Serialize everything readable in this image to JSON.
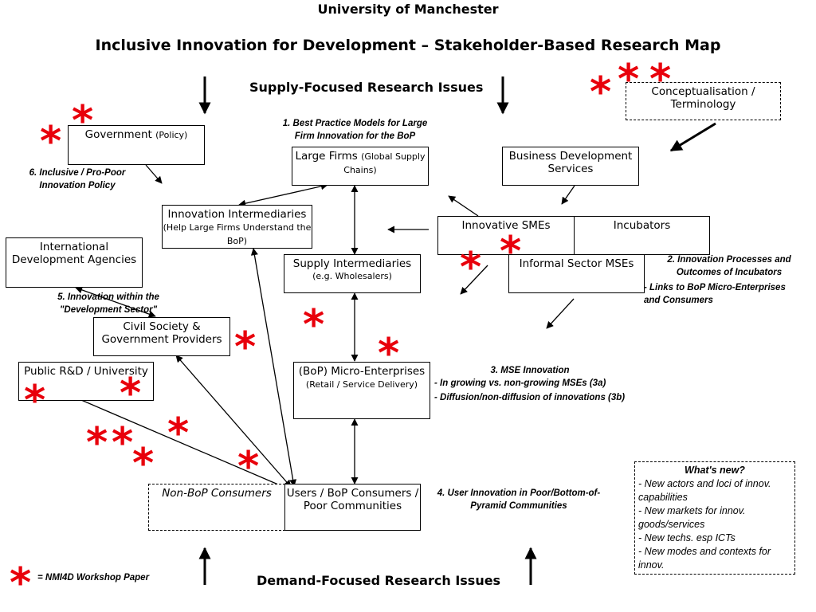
{
  "header": {
    "university": "University of Manchester",
    "title": "Inclusive Innovation for Development – Stakeholder-Based Research Map"
  },
  "issues": {
    "supply": "Supply-Focused Research Issues",
    "demand": "Demand-Focused Research Issues"
  },
  "nodes": {
    "government": {
      "label": "Government",
      "sub": "(Policy)"
    },
    "large_firms": {
      "label": "Large Firms",
      "sub": "(Global Supply Chains)"
    },
    "bds": {
      "label": "Business Development Services"
    },
    "conceptualisation": {
      "label": "Conceptualisation / Terminology"
    },
    "innovation_intermediaries": {
      "label": "Innovation Intermediaries",
      "sub": "(Help Large Firms Understand the BoP)"
    },
    "innovative_smes": {
      "label": "Innovative SMEs"
    },
    "incubators": {
      "label": "Incubators"
    },
    "informal_mses": {
      "label": "Informal Sector MSEs"
    },
    "international_agencies": {
      "label": "International Development Agencies"
    },
    "supply_intermediaries": {
      "label": "Supply Intermediaries",
      "sub": "(e.g. Wholesalers)"
    },
    "civil_society": {
      "label": "Civil Society & Government Providers"
    },
    "public_rd": {
      "label": "Public R&D / University"
    },
    "micro_enterprises": {
      "label": "(BoP) Micro-Enterprises",
      "sub": "(Retail / Service Delivery)"
    },
    "non_bop": {
      "label": "Non-BoP Consumers"
    },
    "users": {
      "label": "Users / BoP Consumers / Poor Communities"
    }
  },
  "annotations": {
    "a1": "1. Best Practice Models for Large Firm Innovation for the BoP",
    "a2_1": "2. Innovation Processes and Outcomes of Incubators",
    "a2_2": "- Links to BoP Micro-Enterprises and Consumers",
    "a3_head": "3. MSE Innovation",
    "a3_1": "- In growing vs. non-growing MSEs (3a)",
    "a3_2": "- Diffusion/non-diffusion of innovations (3b)",
    "a4": "4. User Innovation in Poor/Bottom-of-Pyramid Communities",
    "a5": "5. Innovation within the \"Development Sector\"",
    "a6": "6. Inclusive / Pro-Poor Innovation Policy"
  },
  "whats_new": {
    "heading": "What's new?",
    "items": [
      "- New actors and loci of innov. capabilities",
      "- New markets for innov. goods/services",
      "- New techs. esp ICTs",
      "- New modes and contexts for innov."
    ]
  },
  "legend": {
    "symbol": "*",
    "text": "= NMI4D Workshop Paper"
  },
  "colors": {
    "star": "#e8000b",
    "line": "#000000"
  }
}
